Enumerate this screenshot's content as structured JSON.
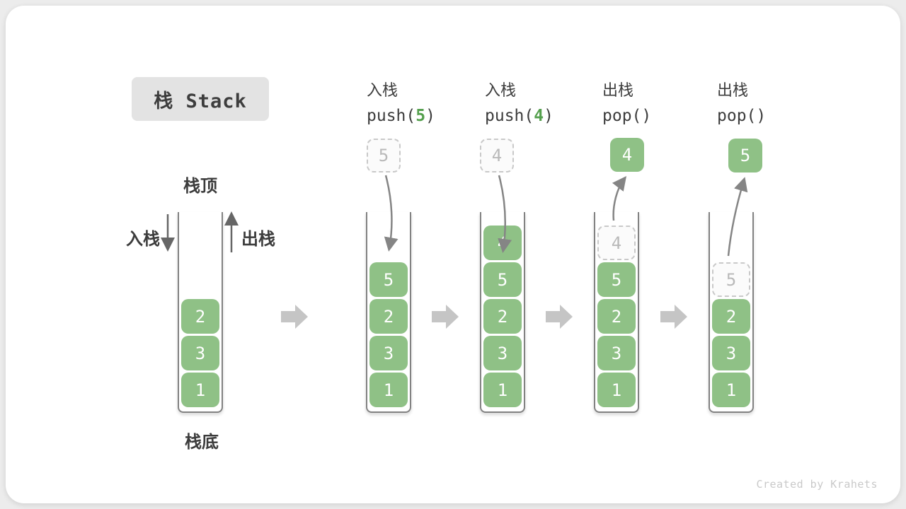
{
  "title": "栈 Stack",
  "side_labels": {
    "top": "栈顶",
    "bottom": "栈底",
    "push": "入栈",
    "pop": "出栈"
  },
  "operations": [
    {
      "label": "入栈",
      "code_pre": "push(",
      "arg": "5",
      "code_post": ")"
    },
    {
      "label": "入栈",
      "code_pre": "push(",
      "arg": "4",
      "code_post": ")"
    },
    {
      "label": "出栈",
      "code_pre": "pop(",
      "arg": "",
      "code_post": ")"
    },
    {
      "label": "出栈",
      "code_pre": "pop(",
      "arg": "",
      "code_post": ")"
    }
  ],
  "floats": [
    {
      "value": "5",
      "style": "dashed"
    },
    {
      "value": "4",
      "style": "dashed"
    },
    {
      "value": "4",
      "style": "solid"
    },
    {
      "value": "5",
      "style": "solid"
    }
  ],
  "stacks": [
    {
      "cells": [
        "2",
        "3",
        "1"
      ]
    },
    {
      "cells": [
        "5",
        "2",
        "3",
        "1"
      ]
    },
    {
      "cells": [
        "4",
        "5",
        "2",
        "3",
        "1"
      ]
    },
    {
      "ghost": "4",
      "cells": [
        "5",
        "2",
        "3",
        "1"
      ]
    },
    {
      "ghost": "5",
      "cells": [
        "2",
        "3",
        "1"
      ]
    }
  ],
  "watermark": "Created by Krahets",
  "colors": {
    "cell_green": "#8FC186",
    "accent_green": "#55A04E",
    "ghost_border": "#C9C9C9",
    "wall_gray": "#828282",
    "block_arrow_gray": "#C5C5C5"
  }
}
